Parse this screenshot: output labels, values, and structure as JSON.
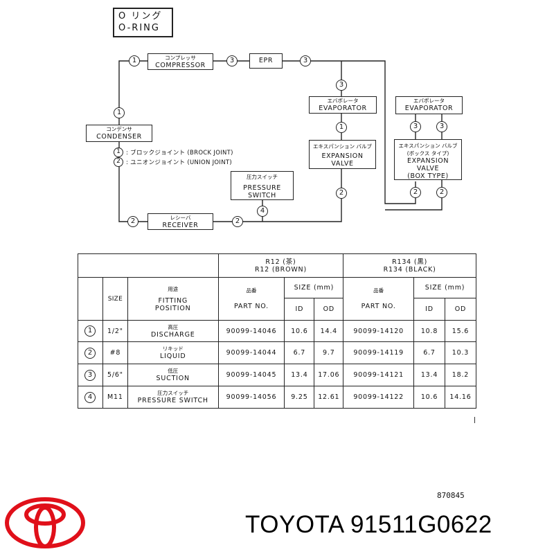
{
  "title": {
    "jp": "O リング",
    "en": "O-RING"
  },
  "components": {
    "compressor": {
      "jp": "コンプレッサ",
      "en": "COMPRESSOR"
    },
    "epr": {
      "en": "EPR"
    },
    "evaporator_left": {
      "jp": "エバポレータ",
      "en": "EVAPORATOR"
    },
    "evaporator_right": {
      "jp": "エバポレータ",
      "en": "EVAPORATOR"
    },
    "condenser": {
      "jp": "コンデンサ",
      "en": "CONDENSER"
    },
    "expansion_valve": {
      "jp": "エキスパンション バルブ",
      "en1": "EXPANSION",
      "en2": "VALVE"
    },
    "expansion_valve_box": {
      "jp1": "エキスパンション バルブ",
      "jp2": "(ボックス タイプ)",
      "en1": "EXPANSION",
      "en2": "VALVE",
      "en3": "(BOX TYPE)"
    },
    "pressure_switch": {
      "jp": "圧力スイッチ",
      "en1": "PRESSURE",
      "en2": "SWITCH"
    },
    "receiver": {
      "jp": "レシーバ",
      "en": "RECEIVER"
    }
  },
  "markers": {
    "m1": "1",
    "m2": "2",
    "m3": "3",
    "m4": "4"
  },
  "legend": [
    {
      "num": "1",
      "text": ": ブロックジョイント (BROCK JOINT)"
    },
    {
      "num": "2",
      "text": ": ユニオンジョイント (UNION JOINT)"
    }
  ],
  "table": {
    "r12_jp": "R12 (茶)",
    "r12_en": "R12 (BROWN)",
    "r134_jp": "R134 (黒)",
    "r134_en": "R134 (BLACK)",
    "size": "SIZE",
    "fitting_jp": "用途",
    "fitting_en1": "FITTING",
    "fitting_en2": "POSITION",
    "partno_jp": "品番",
    "partno_en": "PART NO.",
    "size_mm": "SIZE (mm)",
    "id": "ID",
    "od": "OD",
    "rows": [
      {
        "num": "1",
        "size": "1/2\"",
        "pos_jp": "高圧",
        "pos_en": "DISCHARGE",
        "r12_part": "90099-14046",
        "r12_id": "10.6",
        "r12_od": "14.4",
        "r134_part": "90099-14120",
        "r134_id": "10.8",
        "r134_od": "15.6"
      },
      {
        "num": "2",
        "size": "#8",
        "pos_jp": "リキッド",
        "pos_en": "LIQUID",
        "r12_part": "90099-14044",
        "r12_id": "6.7",
        "r12_od": "9.7",
        "r134_part": "90099-14119",
        "r134_id": "6.7",
        "r134_od": "10.3"
      },
      {
        "num": "3",
        "size": "5/6\"",
        "pos_jp": "低圧",
        "pos_en": "SUCTION",
        "r12_part": "90099-14045",
        "r12_id": "13.4",
        "r12_od": "17.06",
        "r134_part": "90099-14121",
        "r134_id": "13.4",
        "r134_od": "18.2"
      },
      {
        "num": "4",
        "size": "M11",
        "pos_jp": "圧力スイッチ",
        "pos_en": "PRESSURE SWITCH",
        "r12_part": "90099-14056",
        "r12_id": "9.25",
        "r12_od": "12.61",
        "r134_part": "90099-14122",
        "r134_id": "10.6",
        "r134_od": "14.16"
      }
    ]
  },
  "drawing_number": "870845",
  "brand_line": "TOYOTA 91511G0622",
  "logo_icon": "toyota-emblem-icon",
  "logo_color": "#e0101a"
}
